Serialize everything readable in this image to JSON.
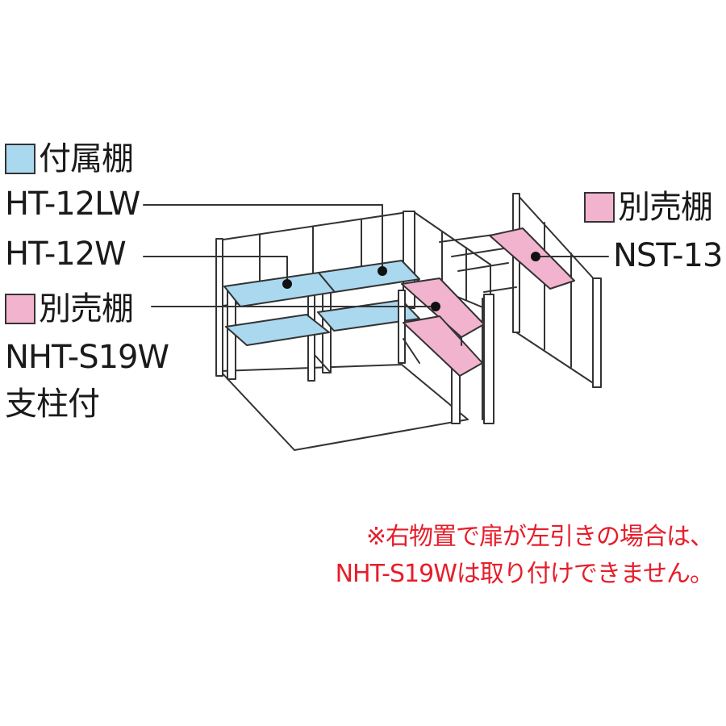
{
  "colors": {
    "attached_shelf": "#aad8ee",
    "optional_shelf": "#f2b3cf",
    "note_red": "#e61e2b",
    "line": "#333333"
  },
  "labels": {
    "legend_attached": "付属棚",
    "ht12lw": "HT-12LW",
    "ht12w": "HT-12W",
    "legend_optional_left": "別売棚",
    "nhts19w": "NHT-S19W",
    "pillar": "支柱付",
    "legend_optional_right": "別売棚",
    "nst13": "NST-13"
  },
  "note": {
    "line1": "※右物置で扉が左引きの場合は、",
    "line2": "NHT-S19Wは取り付けできません。"
  }
}
